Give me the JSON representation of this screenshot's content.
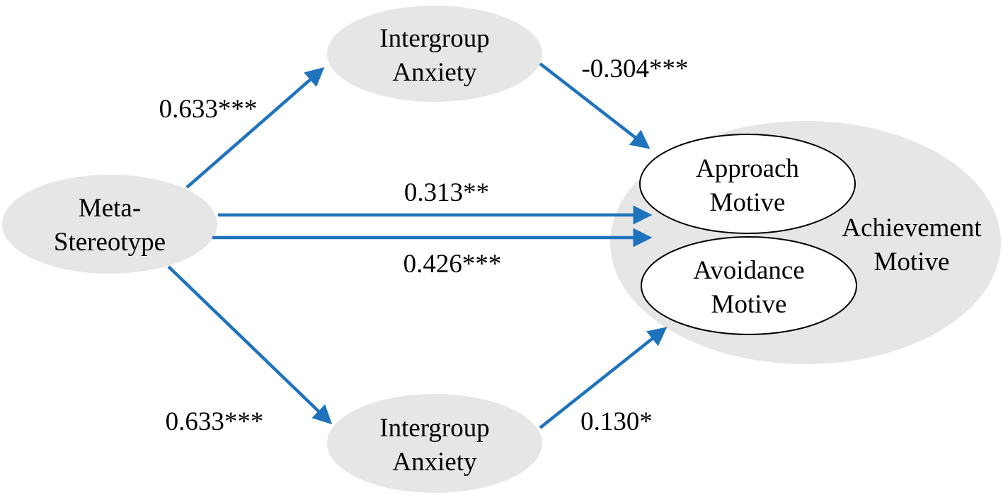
{
  "colors": {
    "arrow": "#1F73BD",
    "node_fill": "#E6E6E6",
    "inner_fill": "#FFFFFF",
    "inner_stroke": "#000000",
    "text": "#000000"
  },
  "nodes": {
    "meta_stereotype": {
      "line1": "Meta-",
      "line2": "Stereotype"
    },
    "intergroup_anxiety_top": {
      "line1": "Intergroup",
      "line2": "Anxiety"
    },
    "intergroup_anxiety_bottom": {
      "line1": "Intergroup",
      "line2": "Anxiety"
    },
    "achievement_motive": {
      "line1": "Achievement",
      "line2": "Motive"
    },
    "approach_motive": {
      "line1": "Approach",
      "line2": "Motive"
    },
    "avoidance_motive": {
      "line1": "Avoidance",
      "line2": "Motive"
    }
  },
  "paths": {
    "meta_to_anxiety_top": "0.633***",
    "anxiety_top_to_approach": "-0.304***",
    "meta_to_approach": "0.313**",
    "meta_to_avoidance": "0.426***",
    "meta_to_anxiety_bottom": "0.633***",
    "anxiety_bottom_to_avoidance": "0.130*"
  }
}
